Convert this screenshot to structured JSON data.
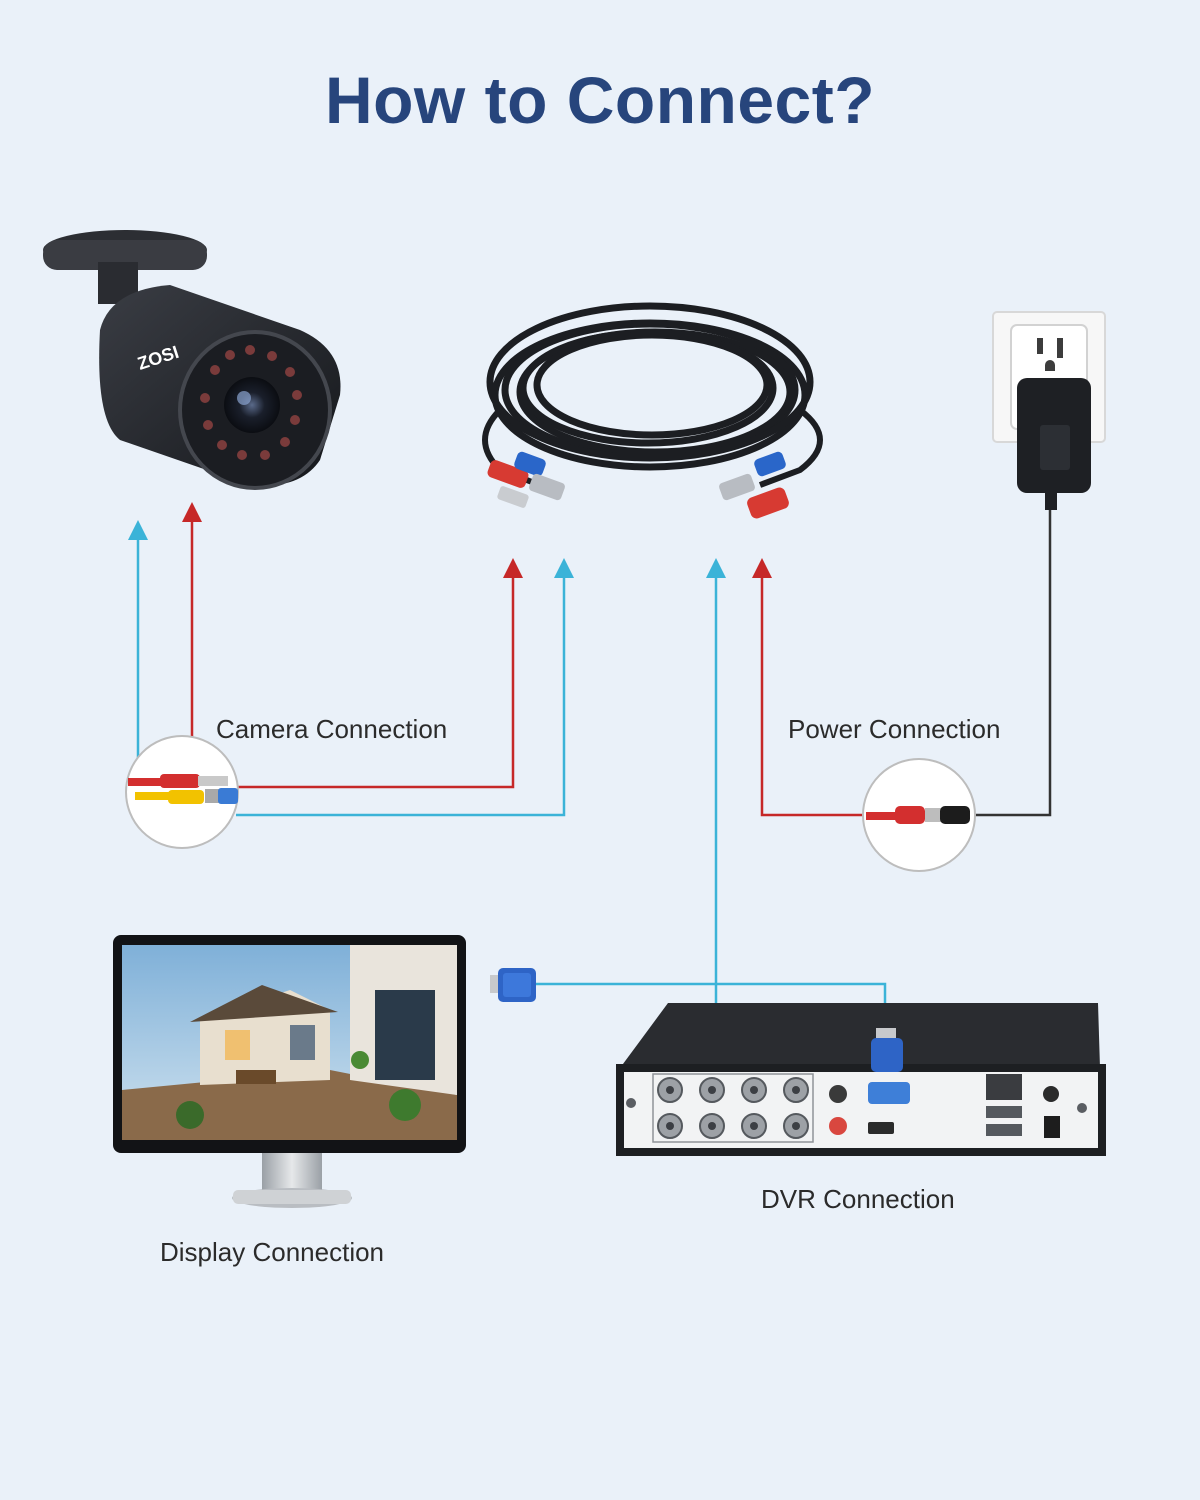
{
  "title": "How to Connect?",
  "labels": {
    "camera_connection": "Camera Connection",
    "power_connection": "Power Connection",
    "dvr_connection": "DVR Connection",
    "display_connection": "Display Connection"
  },
  "camera_brand": "ZOSI",
  "colors": {
    "title": "#27457c",
    "video_line": "#3bb3d8",
    "power_line": "#c62828",
    "background": "#eaf1f9"
  }
}
